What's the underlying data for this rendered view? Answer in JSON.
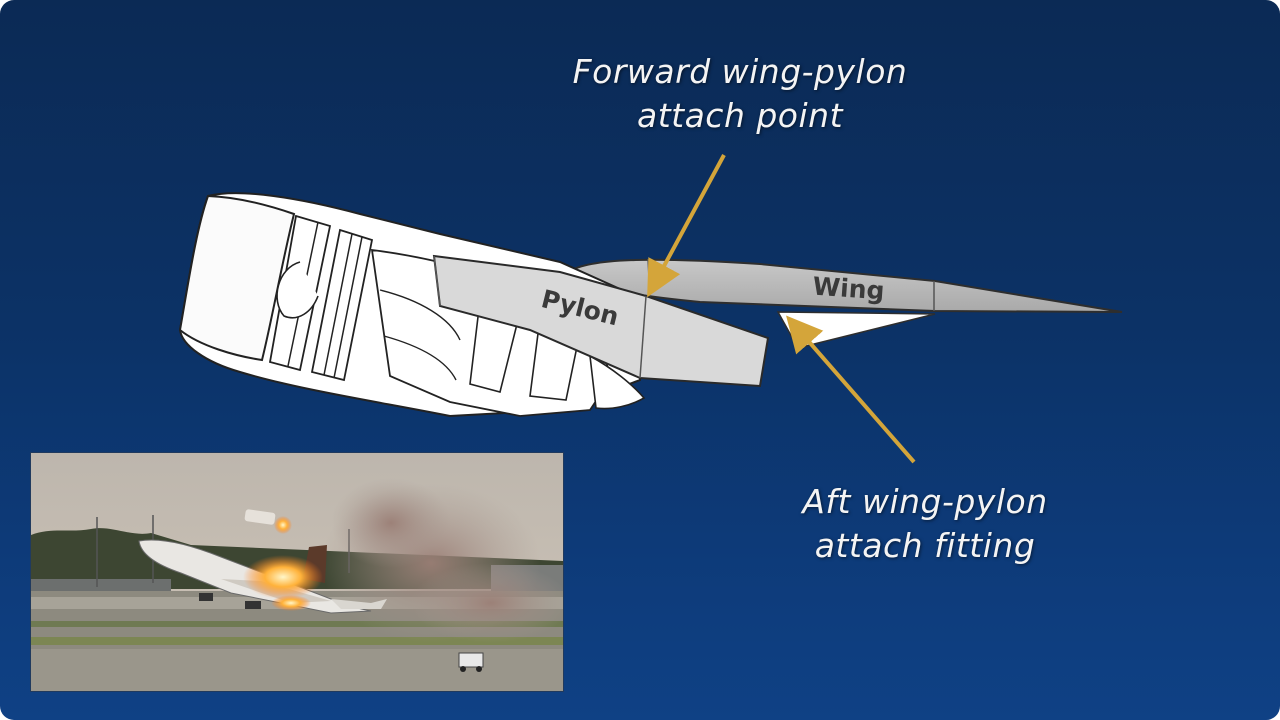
{
  "callouts": {
    "forward": {
      "line1": "Forward wing-pylon",
      "line2": "attach point"
    },
    "aft": {
      "line1": "Aft wing-pylon",
      "line2": "attach fitting"
    }
  },
  "parts": {
    "pylon": "Pylon",
    "wing": "Wing"
  },
  "colors": {
    "background": "#0c3266",
    "arrow": "#d4a53a",
    "pylon": "#d9d9d9",
    "wing": "#b9b9b9",
    "engine": "#ffffff"
  },
  "photo": {
    "icon": "cargo-plane-engine-fire-photo"
  }
}
